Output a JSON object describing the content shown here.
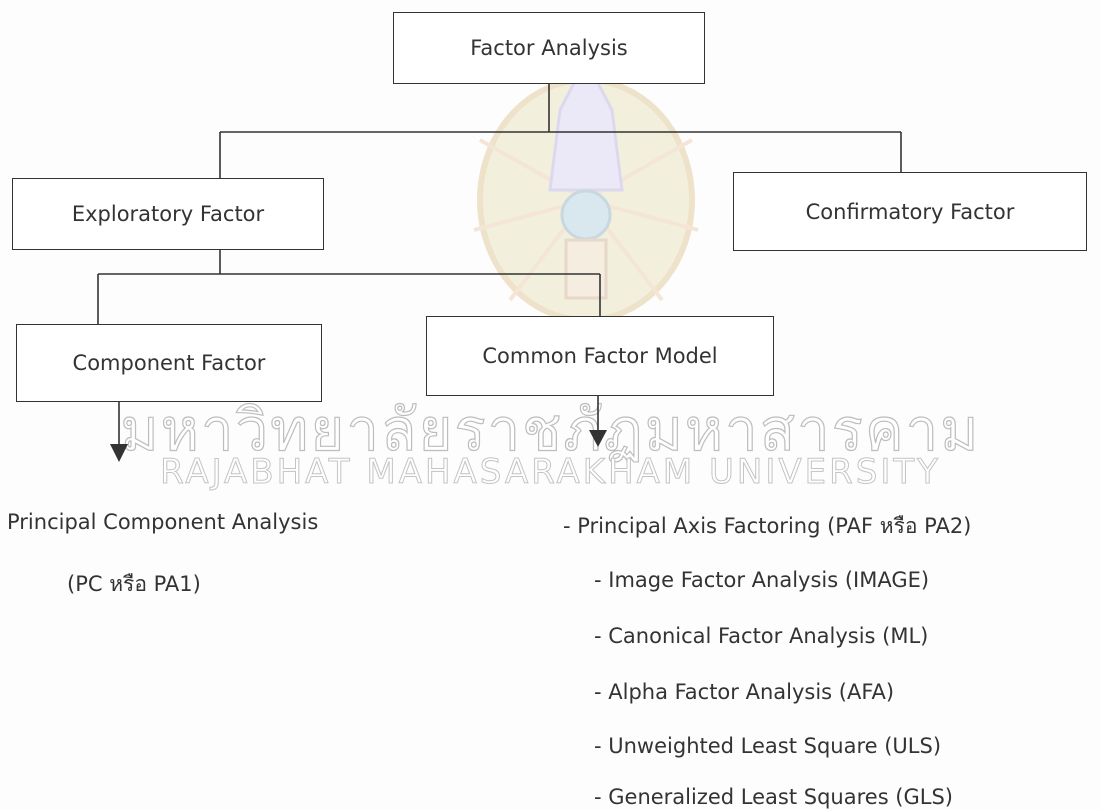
{
  "nodes": {
    "root": "Factor Analysis",
    "exploratory": "Exploratory Factor",
    "confirmatory": "Confirmatory Factor",
    "component": "Component Factor",
    "common": "Common Factor Model"
  },
  "component_methods": [
    "Principal Component Analysis",
    "(PC หรือ PA1)"
  ],
  "common_methods": [
    "- Principal Axis Factoring (PAF หรือ PA2)",
    "- Image Factor Analysis (IMAGE)",
    "- Canonical Factor Analysis (ML)",
    "- Alpha Factor Analysis (AFA)",
    "- Unweighted Least Square (ULS)",
    "- Generalized Least Squares (GLS)"
  ],
  "watermark": {
    "thai": "มหาวิทยาลัยราชภัฏมหาสารคาม",
    "english": "RAJABHAT MAHASARAKHAM UNIVERSITY"
  }
}
